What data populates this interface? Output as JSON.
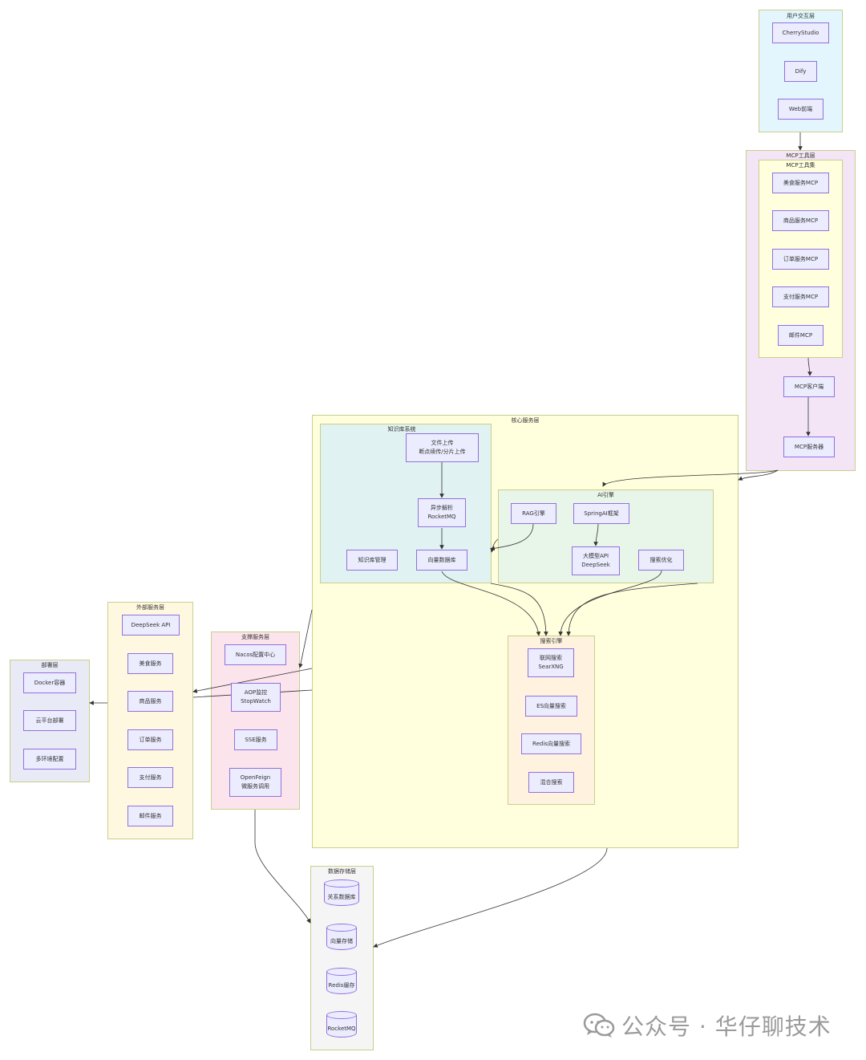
{
  "groups": {
    "user_layer": "用户交互层",
    "mcp_layer": "MCP工具层",
    "mcp_toolset": "MCP工具集",
    "core_layer": "核心服务层",
    "kb_system": "知识库系统",
    "ai_engine": "AI引擎",
    "search_engine": "搜索引擎",
    "external_layer": "外部服务层",
    "support_layer": "支撑服务层",
    "deploy_layer": "部署层",
    "storage_layer": "数据存储层"
  },
  "nodes": {
    "cherry": "CherryStudio",
    "dify": "Dify",
    "web": "Web前端",
    "mcp_food": "美食服务MCP",
    "mcp_goods": "商品服务MCP",
    "mcp_order": "订单服务MCP",
    "mcp_pay": "支付服务MCP",
    "mcp_mail": "邮件MCP",
    "mcp_client": "MCP客户端",
    "mcp_server": "MCP服务器",
    "upload_1": "文件上传",
    "upload_2": "断点续传/分片上传",
    "parse_1": "异步解析",
    "parse_2": "RocketMQ",
    "kb_manage": "知识库管理",
    "vector_db": "向量数据库",
    "rag": "RAG引擎",
    "springai": "SpringAI框架",
    "llm_1": "大模型API",
    "llm_2": "DeepSeek",
    "search_opt": "搜索优化",
    "web_search_1": "联网搜索",
    "web_search_2": "SearXNG",
    "es_search": "ES向量搜索",
    "redis_search": "Redis向量搜索",
    "hybrid_search": "混合搜索",
    "deepseek_api": "DeepSeek API",
    "ext_food": "美食服务",
    "ext_goods": "商品服务",
    "ext_order": "订单服务",
    "ext_pay": "支付服务",
    "ext_mail": "邮件服务",
    "nacos": "Nacos配置中心",
    "aop_1": "AOP监控",
    "aop_2": "StopWatch",
    "sse": "SSE服务",
    "feign_1": "OpenFeign",
    "feign_2": "微服务调用",
    "docker": "Docker容器",
    "cloud": "云平台部署",
    "multienv": "多环境配置",
    "db_rel": "关系数据库",
    "db_vec": "向量存储",
    "db_redis": "Redis缓存",
    "db_mq": "RocketMQ"
  },
  "watermark": "公众号 · 华仔聊技术",
  "colors": {
    "node_fill": "#ECECFF",
    "node_border": "#9370DB",
    "edge": "#333333",
    "user_layer": "#E3F6FD",
    "mcp_layer": "#F3E5F5",
    "core_layer": "#FFFFDE",
    "kb_system": "#E0F2F1",
    "ai_engine": "#E8F5E9",
    "search_engine": "#FFF3E0",
    "external_layer": "#FFF8E1",
    "support_layer": "#FCE4EC",
    "deploy_layer": "#E8EAF6",
    "storage_layer": "#F5F5F5"
  }
}
